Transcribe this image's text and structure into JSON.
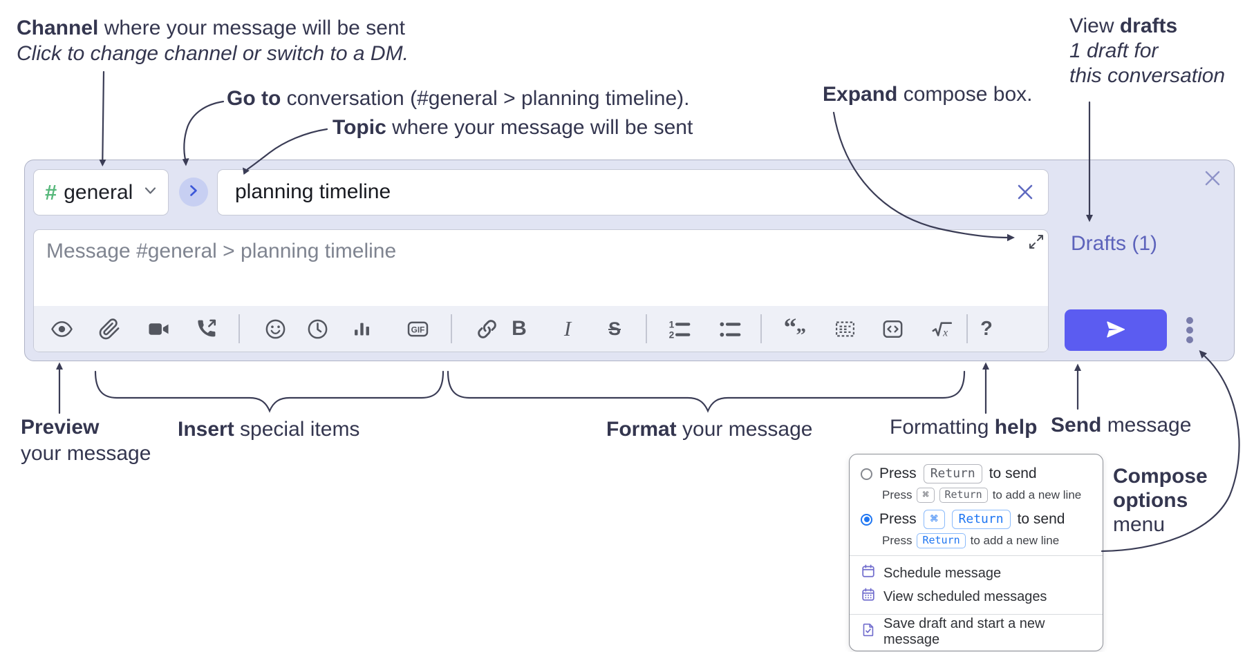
{
  "annotations": {
    "channel": {
      "bold": "Channel",
      "rest": " where your message will be sent",
      "sub": "Click to change channel or switch to a DM."
    },
    "goto": {
      "bold": "Go to",
      "rest": " conversation (#general > planning timeline)."
    },
    "topic": {
      "bold": "Topic",
      "rest": " where your message will be sent"
    },
    "expand": {
      "bold": "Expand",
      "rest": " compose box."
    },
    "view_drafts": {
      "pre": "View ",
      "bold": "drafts",
      "line2": "1 draft for",
      "line3": "this conversation"
    },
    "preview": {
      "bold": "Preview",
      "line2": "your message"
    },
    "insert": {
      "bold": "Insert",
      "rest": " special items"
    },
    "format": {
      "bold": "Format",
      "rest": " your message"
    },
    "help": {
      "pre": "Formatting ",
      "bold": "help"
    },
    "send": {
      "bold": "Send",
      "rest": " message"
    },
    "compose_options": {
      "line1": "Compose",
      "line2": "options",
      "line3": "menu"
    }
  },
  "compose": {
    "channel": {
      "hash": "#",
      "name": "general"
    },
    "topic_value": "planning timeline",
    "message_placeholder": "Message #general > planning timeline",
    "drafts_link": "Drafts (1)",
    "toolbar": {
      "bold_label": "B",
      "italic_label": "I",
      "strike_label": "S",
      "gif_label": "GIF",
      "help_label": "?",
      "quote_open": "“",
      "quote_close": "”",
      "numbered_1": "1",
      "numbered_2": "2",
      "math_x": "x",
      "icons": [
        "preview",
        "attach-file",
        "start-video-call",
        "start-voice-call",
        "add-emoji",
        "add-global-time",
        "add-poll",
        "add-gif",
        "link",
        "bold",
        "italic",
        "strikethrough",
        "numbered-list",
        "bulleted-list",
        "quote",
        "spoiler",
        "code",
        "math",
        "message-formatting-help"
      ]
    }
  },
  "popup": {
    "option1": {
      "press": "Press",
      "key1": "Return",
      "suffix": "to send",
      "sub_press": "Press",
      "sub_key1": "⌘",
      "sub_key2": "Return",
      "sub_suffix": "to add a new line"
    },
    "option2": {
      "press": "Press",
      "key1": "⌘",
      "key2": "Return",
      "suffix": "to send",
      "sub_press": "Press",
      "sub_key1": "Return",
      "sub_suffix": "to add a new line"
    },
    "items": {
      "schedule": "Schedule message",
      "view_scheduled": "View scheduled messages",
      "save_draft": "Save draft and start a new message"
    }
  },
  "colors": {
    "container_bg": "#e1e4f3",
    "send_button": "#5b5cf1",
    "drafts_link": "#5d63bb",
    "hash_green": "#57b87b",
    "goto_chevron": "#3b57d8",
    "radio_selected": "#1f76f2",
    "menu_icon": "#716dcd",
    "annotation_text": "#34364f"
  }
}
